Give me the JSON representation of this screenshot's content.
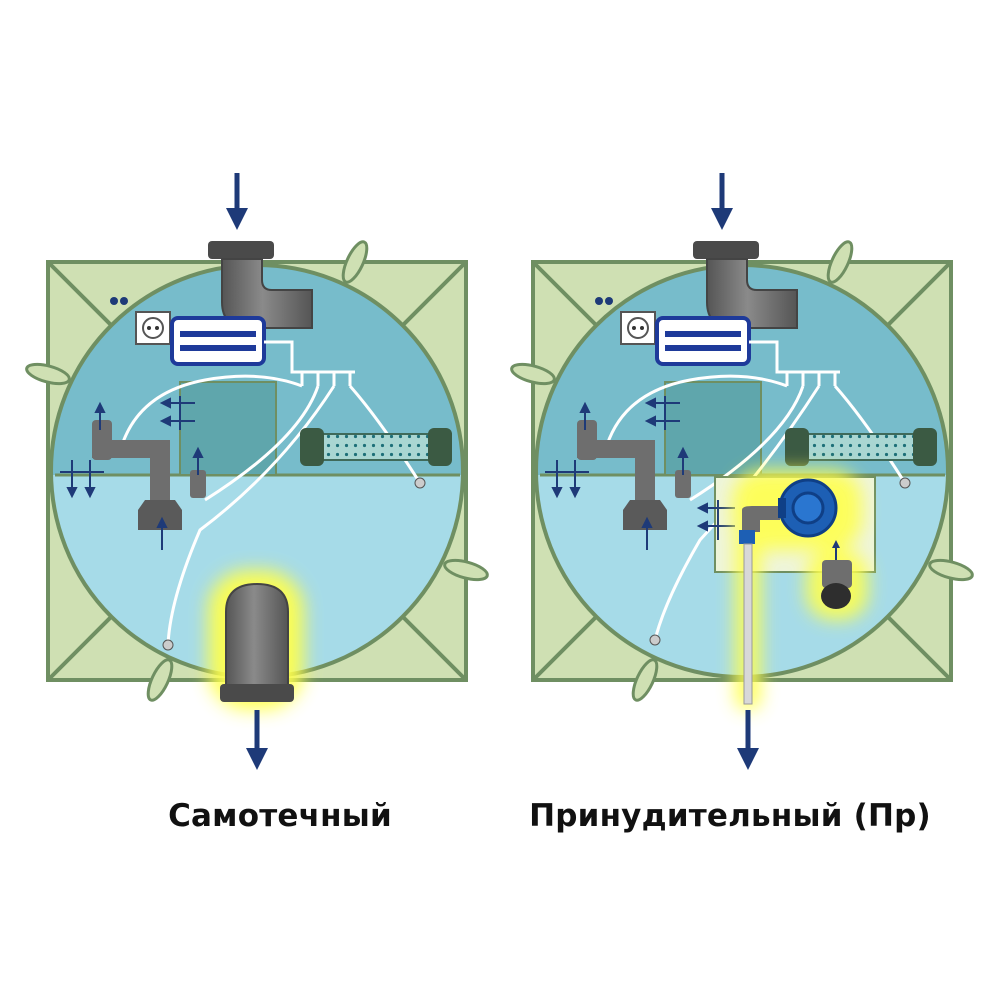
{
  "diagrams": [
    {
      "id": "left",
      "caption": "Самотечный"
    },
    {
      "id": "right",
      "caption": "Принудительный (Пр)"
    }
  ],
  "colors": {
    "frame_fill": "#cfe0b3",
    "frame_stroke": "#6f8f62",
    "upper_water": "#77bccb",
    "lower_water": "#a6dbe8",
    "pipe_gray": "#6e6e6e",
    "pipe_dark": "#4a4a4a",
    "arrow_navy": "#1e3a78",
    "highlight_glow": "#ffff4d",
    "pump_blue": "#1d5fb4",
    "compartment_box": "#eef5dc"
  },
  "icons": [
    "down-arrow-icon",
    "socket-icon",
    "compressor-icon",
    "air-manifold-icon",
    "aerator-tube-icon",
    "outlet-pipe-icon",
    "pump-icon",
    "pressure-hose-icon"
  ]
}
